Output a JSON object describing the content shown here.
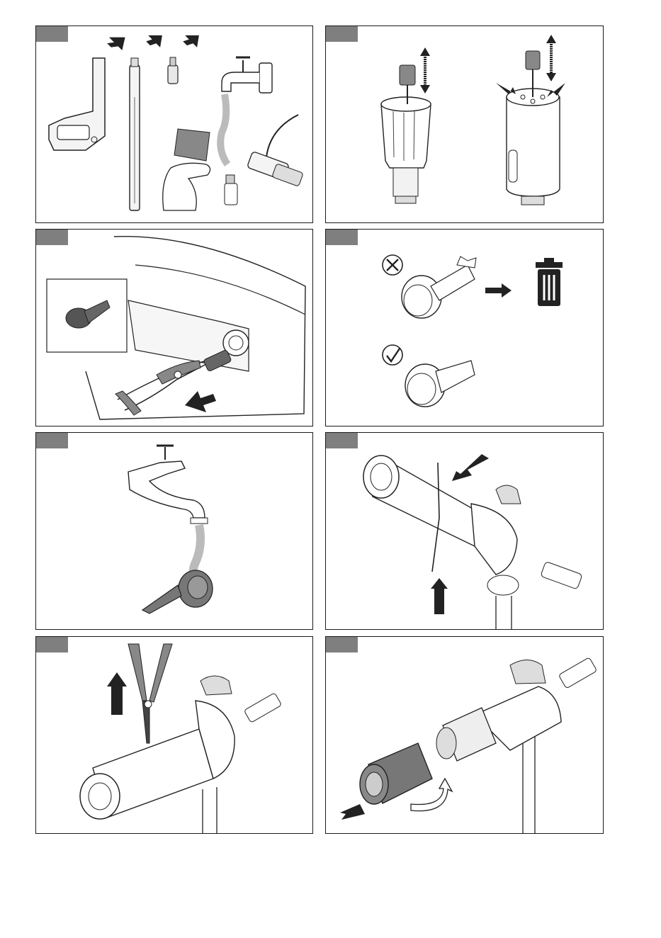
{
  "page": {
    "background": "#ffffff",
    "frame_color": "#1a1a1a",
    "tag_color": "#7f7f7f"
  },
  "panels": [
    {
      "id": "p1",
      "tag_label": "",
      "scene": "nozzle-parts-cleaning"
    },
    {
      "id": "p2",
      "tag_label": "",
      "scene": "sieve-removal-key"
    },
    {
      "id": "p3",
      "tag_label": "",
      "scene": "pliers-pull-filter"
    },
    {
      "id": "p4",
      "tag_label": "",
      "scene": "damaged-vs-good-filter"
    },
    {
      "id": "p5",
      "tag_label": "",
      "scene": "rinse-filter-under-tap"
    },
    {
      "id": "p6",
      "tag_label": "",
      "scene": "insert-wire-into-nozzle"
    },
    {
      "id": "p7",
      "tag_label": "",
      "scene": "pliers-pull-pin"
    },
    {
      "id": "p8",
      "tag_label": "",
      "scene": "unscrew-nozzle-head"
    }
  ],
  "icons": [
    "arrow-icon",
    "double-arrow-icon",
    "cross-mark-icon",
    "check-mark-icon",
    "trash-bin-icon",
    "tap-icon",
    "pliers-icon",
    "rotate-arrow-icon"
  ],
  "footer": {
    "left_text": "",
    "right_text": ""
  }
}
